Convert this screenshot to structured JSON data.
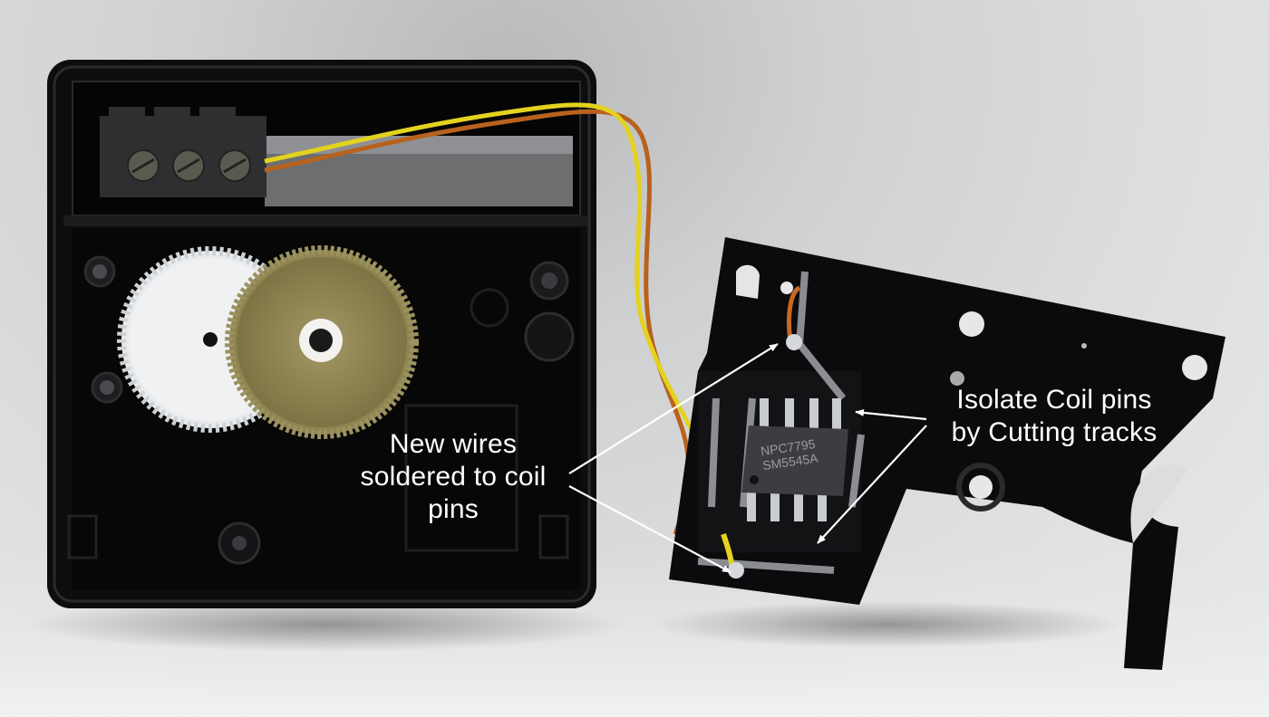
{
  "image": {
    "subject": "Disassembled quartz clock movement with modified circuit board",
    "background_color": "#dcdddf"
  },
  "annotations": [
    {
      "id": "new-wires",
      "lines": [
        "New wires",
        "soldered to coil",
        "pins"
      ],
      "color": "#ffffff"
    },
    {
      "id": "isolate-coil",
      "lines": [
        "Isolate Coil pins",
        "by Cutting tracks"
      ],
      "color": "#ffffff"
    }
  ],
  "chip_marking": {
    "line1": "NPC7795",
    "line2": "SM5545A"
  },
  "colors": {
    "housing": "#0d0d0f",
    "white_gear": "#eef0f2",
    "brass_gear": "#8f8550",
    "wire_yellow": "#e3d21e",
    "wire_orange": "#b8621e",
    "terminal_block": "#3a3b3d",
    "annotation_line": "#ffffff"
  }
}
